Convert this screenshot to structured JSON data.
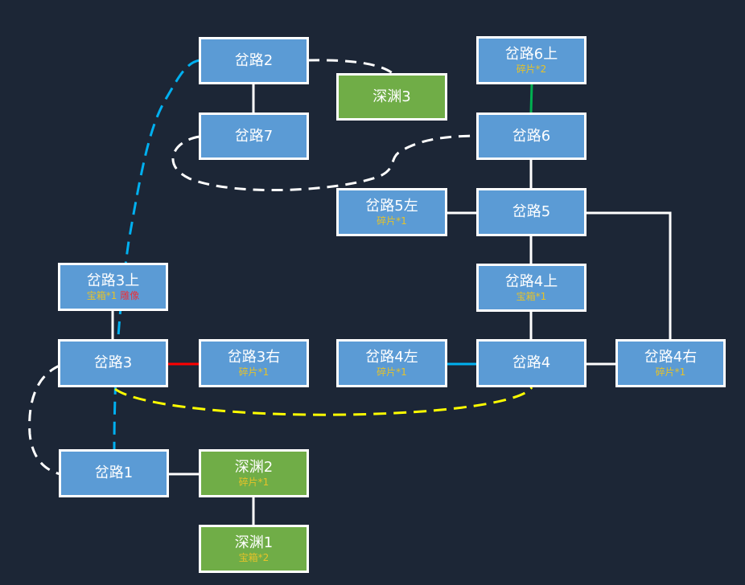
{
  "colors": {
    "background": "#1c2636",
    "path_node": "#5b9bd5",
    "abyss_node": "#70ad47",
    "loot_text": "#e6c229",
    "statue_text": "#e8323c"
  },
  "nodes": {
    "n2": {
      "title": "岔路2"
    },
    "ab3": {
      "title": "深渊3"
    },
    "n6u": {
      "title": "岔路6上",
      "sub": "碎片*2"
    },
    "n7": {
      "title": "岔路7"
    },
    "n6": {
      "title": "岔路6"
    },
    "n5l": {
      "title": "岔路5左",
      "sub": "碎片*1"
    },
    "n5": {
      "title": "岔路5"
    },
    "n3u": {
      "title": "岔路3上",
      "sub": "宝箱*1",
      "sub2": "雕像"
    },
    "n4u": {
      "title": "岔路4上",
      "sub": "宝箱*1"
    },
    "n3": {
      "title": "岔路3"
    },
    "n3r": {
      "title": "岔路3右",
      "sub": "碎片*1"
    },
    "n4l": {
      "title": "岔路4左",
      "sub": "碎片*1"
    },
    "n4": {
      "title": "岔路4"
    },
    "n4r": {
      "title": "岔路4右",
      "sub": "碎片*1"
    },
    "n1": {
      "title": "岔路1"
    },
    "ab2": {
      "title": "深渊2",
      "sub": "碎片*1"
    },
    "ab1": {
      "title": "深渊1",
      "sub": "宝箱*2"
    }
  }
}
